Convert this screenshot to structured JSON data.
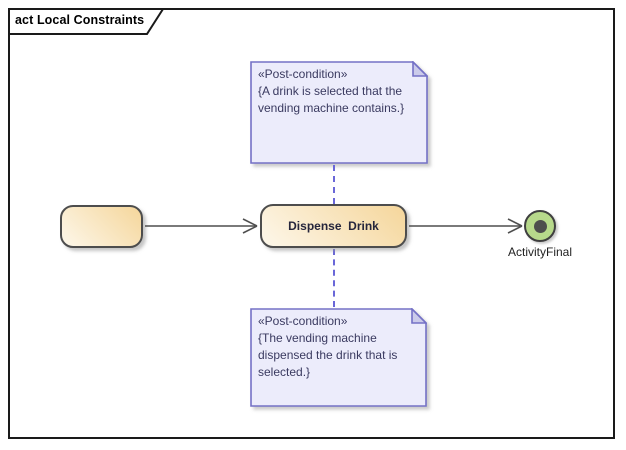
{
  "frame": {
    "title": "act Local Constraints"
  },
  "notes": {
    "top": {
      "stereotype": "«Post-condition»",
      "lines": [
        "{A drink is selected that the",
        "vending machine contains.}"
      ]
    },
    "bottom": {
      "stereotype": "«Post-condition»",
      "lines": [
        "{The vending machine",
        "dispensed the drink that is",
        "selected.}"
      ]
    }
  },
  "nodes": {
    "dispense_action": {
      "label": "Dispense  Drink"
    },
    "activity_final": {
      "label": "ActivityFinal"
    }
  },
  "colors": {
    "frame_border": "#1a1a1a",
    "action_fill_light": "#fdf7ea",
    "action_fill_dark": "#f5d69b",
    "action_border": "#4d4d4d",
    "note_fill": "#ececfb",
    "note_border": "#7471c6",
    "note_fold": "#cbcbea",
    "note_text": "#3a3a60",
    "dashed_connector": "#6a67d8",
    "flow_arrow": "#4f4f4f",
    "final_fill": "#b7d98b",
    "final_dot": "#4d4d4d"
  }
}
